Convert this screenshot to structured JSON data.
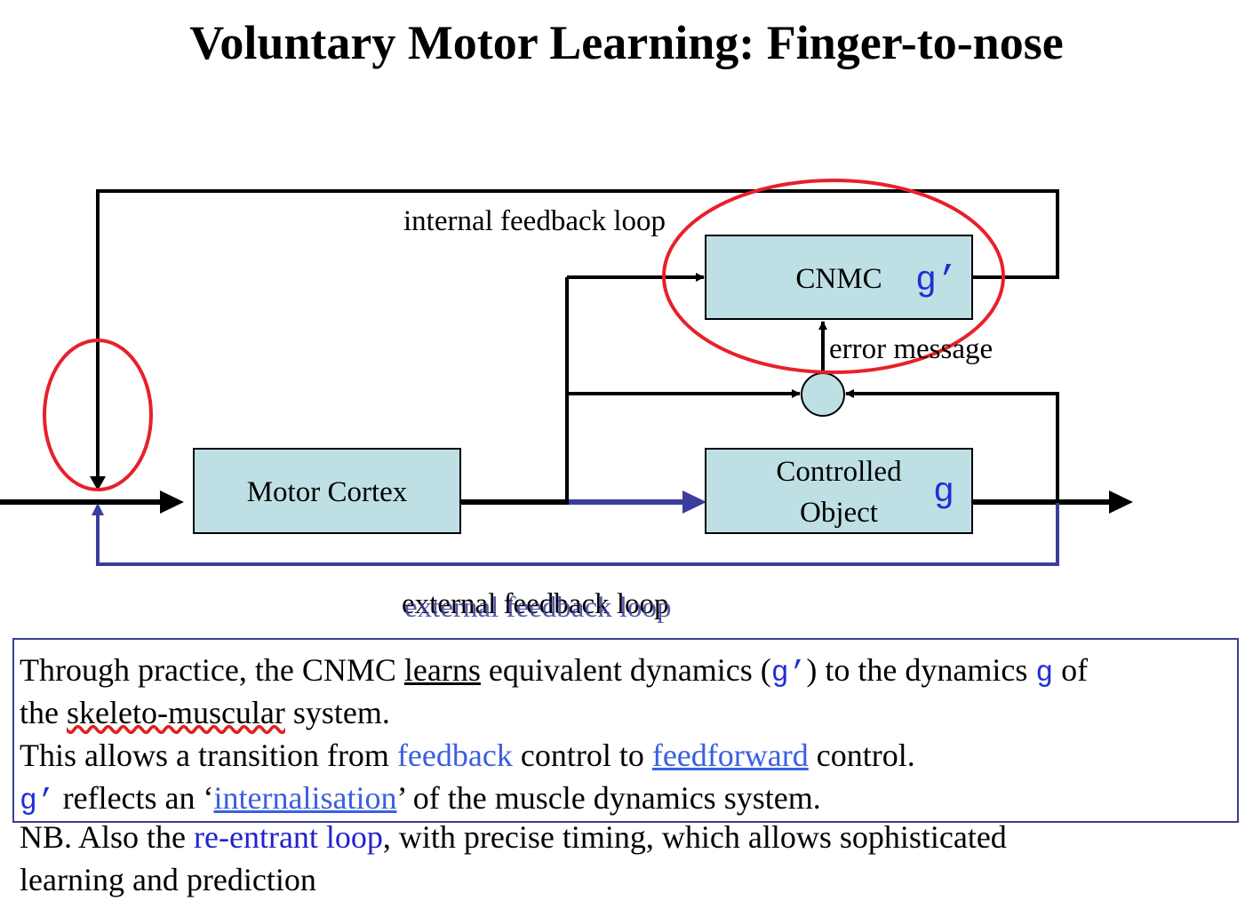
{
  "title": "Voluntary Motor Learning: Finger-to-nose",
  "diagram": {
    "cnmc_label": "CNMC",
    "cnmc_symbol": "g’",
    "motor_cortex_label": "Motor Cortex",
    "controlled_object_line1": "Controlled",
    "controlled_object_line2": "Object",
    "controlled_object_symbol": "g",
    "internal_loop_label": "internal feedback loop",
    "error_label": "error message",
    "external_loop_label": "external feedback loop"
  },
  "text": {
    "l1_a": "Through practice, the CNMC ",
    "l1_learns": "learns",
    "l1_b": " equivalent dynamics (",
    "l1_gprime": "g’",
    "l1_c": ") to the dynamics ",
    "l1_g": "g",
    "l1_d": " of",
    "l2_a": "the ",
    "l2_skeleto": "skeleto-muscular",
    "l2_b": " system.",
    "l3_a": "This allows a transition from ",
    "l3_feedback": "feedback",
    "l3_b": " control to ",
    "l3_feedforward": "feedforward",
    "l3_c": " control.",
    "l4_gprime": "g’",
    "l4_a": " reflects an ‘",
    "l4_internal": "internalisation",
    "l4_b": "’ of the muscle dynamics system.",
    "l5_a": "NB. Also the ",
    "l5_reentrant": "re-entrant loop",
    "l5_b": ", with precise timing, which allows sophisticated",
    "l6": "learning and prediction"
  },
  "colors": {
    "box_fill": "#bee0e4",
    "highlight_red": "#e8202a",
    "loop_blue": "#3a3e9a",
    "symbol_blue": "#1f2fd6"
  }
}
